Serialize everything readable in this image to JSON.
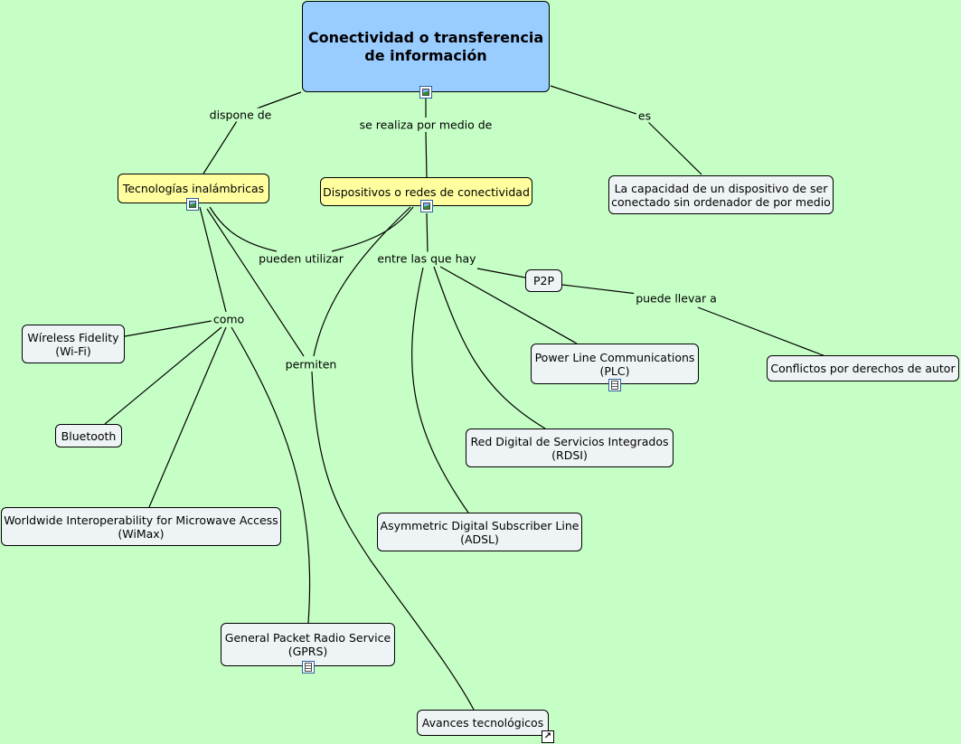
{
  "nodes": {
    "root": "Conectividad o transferencia\nde información",
    "tecnologias": "Tecnologías inalámbricas",
    "dispositivos": "Dispositivos o redes de conectividad",
    "capacidad": "La capacidad de un dispositivo de ser\nconectado sin ordenador de por medio",
    "wifi": "Wíreless Fidelity\n(Wi-Fi)",
    "bluetooth": "Bluetooth",
    "wimax": "Worldwide Interoperability for Microwave Access\n(WiMax)",
    "gprs": "General Packet Radio Service\n(GPRS)",
    "avances": "Avances tecnológicos",
    "p2p": "P2P",
    "plc": "Power Line Communications\n(PLC)",
    "conflictos": "Conflictos por derechos de autor",
    "rdsi": "Red Digital de Servicios Integrados\n(RDSI)",
    "adsl": "Asymmetric Digital Subscriber Line\n(ADSL)"
  },
  "links": {
    "dispone_de": "dispone de",
    "se_realiza": "se realiza por medio de",
    "es": "es",
    "pueden_utilizar": "pueden utilizar",
    "entre_las_que_hay": "entre las que hay",
    "como": "como",
    "permiten": "permiten",
    "puede_llevar_a": "puede llevar a"
  },
  "icons": {
    "root": "image-icon",
    "tecnologias": "image-icon",
    "dispositivos": "image-icon",
    "plc": "document-icon",
    "gprs": "document-icon",
    "avances": "link-arrow-icon"
  },
  "colors": {
    "background": "#c6ffc6",
    "root_fill": "#99ccff",
    "highlight_fill": "#ffffa0",
    "node_fill": "#eef3f5"
  }
}
